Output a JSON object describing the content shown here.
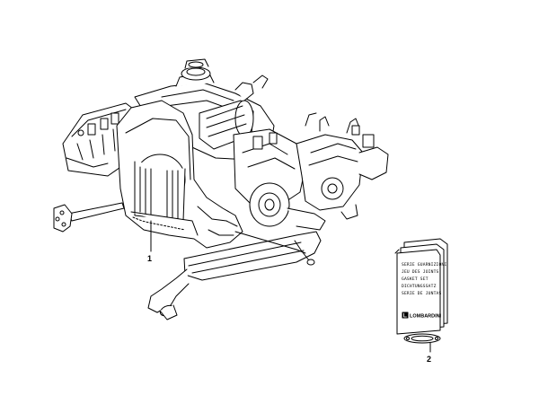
{
  "callouts": [
    {
      "number": "1",
      "target": "engine-assembly"
    },
    {
      "number": "2",
      "target": "gasket-set-kit"
    }
  ],
  "gasket_kit": {
    "label_lines": [
      "SERIE GUARNIZIONI",
      "JEU DES JOINTS",
      "GASKET SET",
      "DICHTUNGSSATZ",
      "SERIE DE JUNTAS"
    ],
    "brand": "LOMBARDINI"
  },
  "colors": {
    "line": "#000000",
    "background": "#ffffff"
  }
}
